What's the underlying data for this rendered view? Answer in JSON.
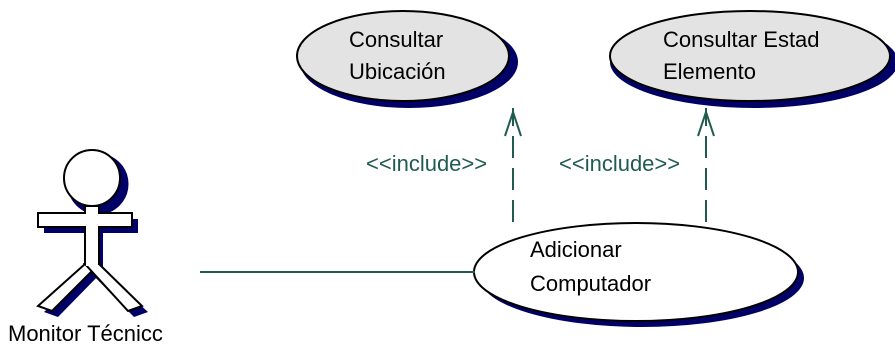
{
  "diagram": {
    "actor": {
      "name": "Monitor Técnicc"
    },
    "use_cases": [
      {
        "id": "consultar-ubicacion",
        "lines": [
          "Consultar",
          "Ubicación"
        ]
      },
      {
        "id": "consultar-estado",
        "lines": [
          "Consultar Estad",
          "Elemento"
        ]
      },
      {
        "id": "adicionar-computador",
        "lines": [
          "Adicionar",
          "Computador"
        ]
      }
    ],
    "relations": [
      {
        "from": "adicionar-computador",
        "to": "consultar-ubicacion",
        "stereotype": "<<include>>"
      },
      {
        "from": "adicionar-computador",
        "to": "consultar-estado",
        "stereotype": "<<include>>"
      }
    ],
    "association": {
      "from": "actor",
      "to": "adicionar-computador"
    }
  },
  "colors": {
    "use_case_fill": "#e3e3e3",
    "use_case_shadow": "#000066",
    "include_line": "#1f5c4f",
    "association_line": "#1f5c4f",
    "actor_shadow": "#000066"
  }
}
